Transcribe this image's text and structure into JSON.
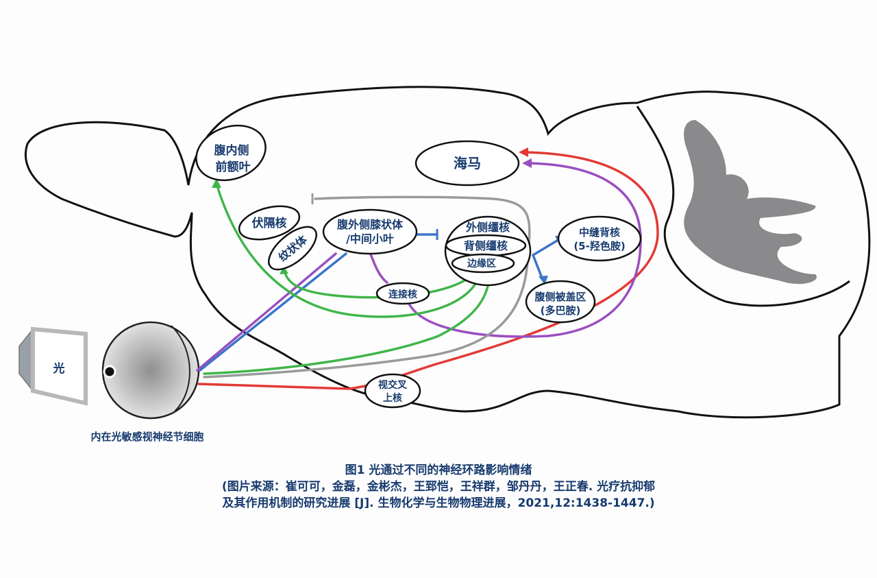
{
  "labels": {
    "mpfc_1": "腹内侧",
    "mpfc_2": "前额叶",
    "hippocampus": "海马",
    "ign": "伏隔核",
    "striatum": "纹状体",
    "vlgn_1": "腹外侧膝状体",
    "vlgn_2": "/中间小叶",
    "lhb": "外侧缰核",
    "dhb": "背侧缰核",
    "limbic": "边缘区",
    "drn_1": "中缝背核",
    "drn_2": "(5-羟色胺)",
    "vta_1": "腹侧被盖区",
    "vta_2": "(多巴胺)",
    "reuniens": "连接核",
    "scn_1": "视交叉",
    "scn_2": "上核",
    "light": "光",
    "iprgc": "内在光敏感视神经节细胞"
  },
  "caption": {
    "title": "图1  光通过不同的神经环路影响情绪",
    "line1": "(图片来源：崔可可，金磊，金彬杰，王郅恺，王祥群，邹丹丹，王正春. 光疗抗抑郁",
    "line2": "及其作用机制的研究进展 [J]. 生物化学与生物物理进展，2021,12:1438-1447.)"
  },
  "colors": {
    "green": "#3fb54a",
    "purple": "#9a4fc0",
    "blue": "#3d74c8",
    "red": "#e23a36",
    "gray": "#9a9a9a",
    "text": "#173a6e"
  }
}
